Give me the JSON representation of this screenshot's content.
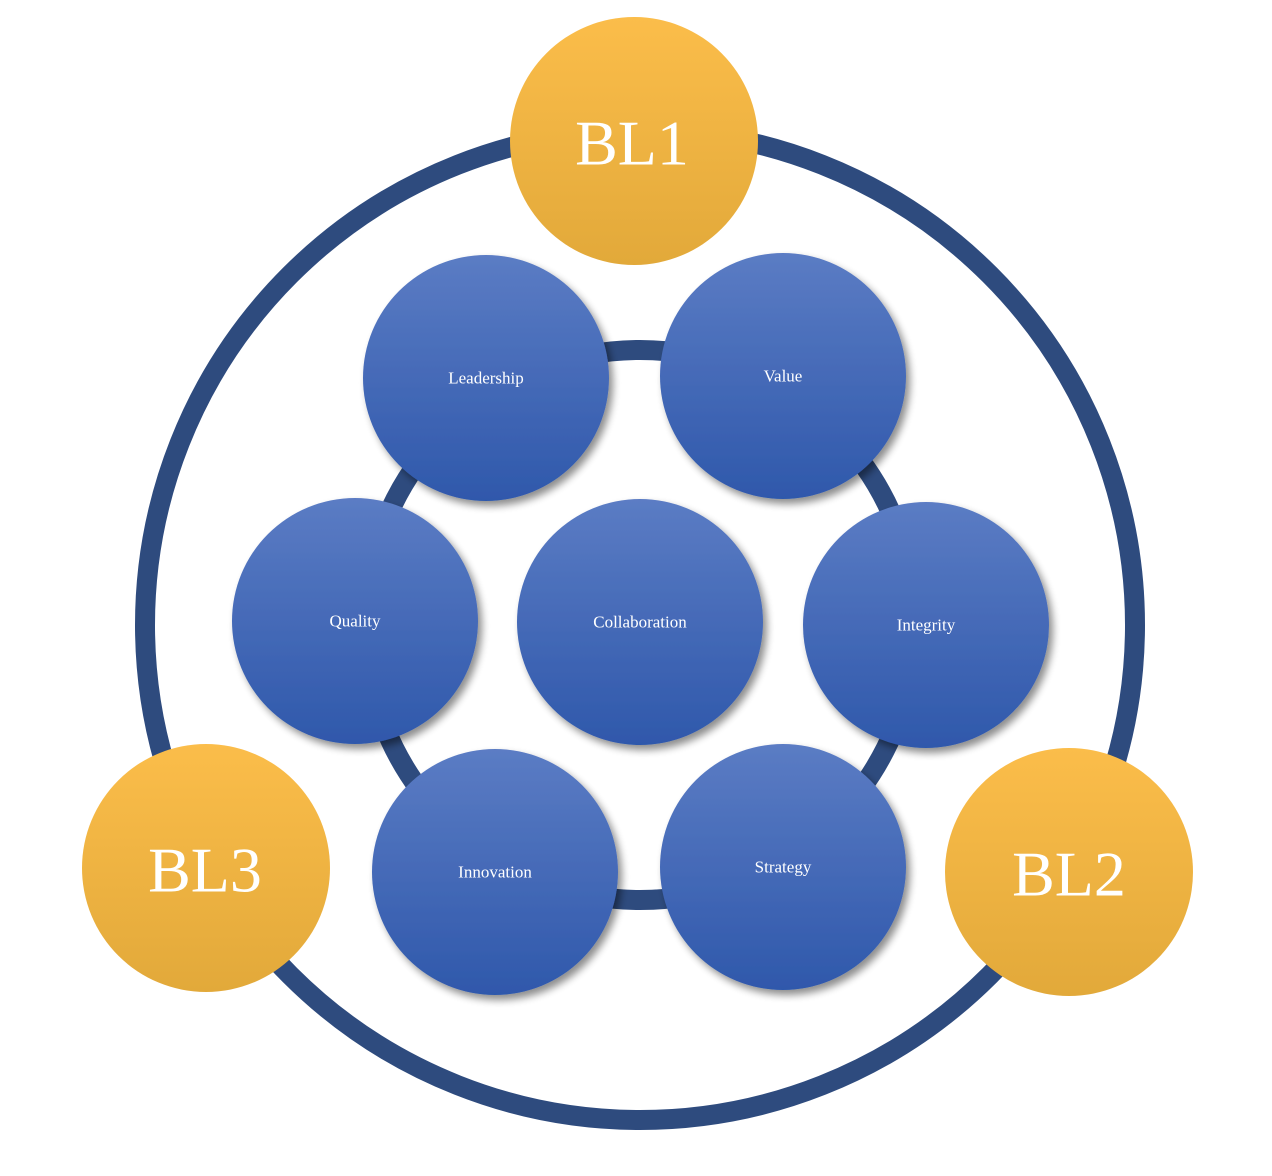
{
  "colors": {
    "outer_ring": "#2e4b7e",
    "inner_ring": "#2e4b7e",
    "core_top": "#5b7cc4",
    "core_bottom": "#2f58ab",
    "bl_top": "#fbbd4a",
    "bl_bottom": "#e2a93a",
    "label": "#ffffff"
  },
  "core_values": [
    {
      "id": "leadership",
      "label": "Leadership"
    },
    {
      "id": "value",
      "label": "Value"
    },
    {
      "id": "integrity",
      "label": "Integrity"
    },
    {
      "id": "strategy",
      "label": "Strategy"
    },
    {
      "id": "innovation",
      "label": "Innovation"
    },
    {
      "id": "quality",
      "label": "Quality"
    },
    {
      "id": "collaboration",
      "label": "Collaboration"
    }
  ],
  "business_lines": [
    {
      "id": "bl1",
      "label": "BL1"
    },
    {
      "id": "bl2",
      "label": "BL2"
    },
    {
      "id": "bl3",
      "label": "BL3"
    }
  ]
}
